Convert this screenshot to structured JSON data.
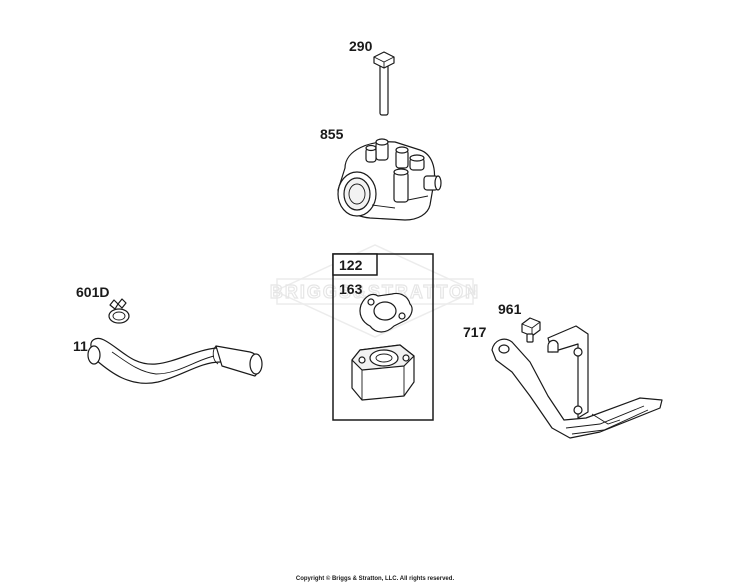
{
  "diagram": {
    "callouts": {
      "bolt": "290",
      "housing": "855",
      "kit": "122",
      "gasket": "163",
      "clamp": "601D",
      "hose": "11",
      "screw": "961",
      "bracket": "717"
    },
    "watermark": "BRIGGS&STRATTON",
    "copyright": "Copyright © Briggs & Stratton, LLC. All rights reserved."
  }
}
